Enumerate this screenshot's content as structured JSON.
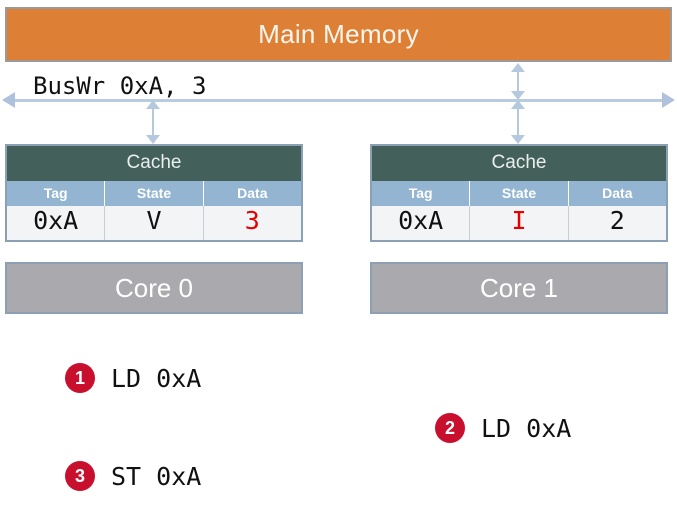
{
  "diagram": {
    "memory": {
      "label": "Main Memory",
      "color": "#dd7f35"
    },
    "bus": {
      "label": "BusWr 0xA, 3",
      "arrow_color": "#b9cbe0"
    },
    "connectors": [
      {
        "name": "memory-to-bus"
      },
      {
        "name": "bus-to-cache-0"
      },
      {
        "name": "bus-to-cache-1"
      }
    ],
    "caches": [
      {
        "title": "Cache",
        "columns": [
          "Tag",
          "State",
          "Data"
        ],
        "row": {
          "tag": "0xA",
          "state": "V",
          "data": "3"
        },
        "highlight": "data"
      },
      {
        "title": "Cache",
        "columns": [
          "Tag",
          "State",
          "Data"
        ],
        "row": {
          "tag": "0xA",
          "state": "I",
          "data": "2"
        },
        "highlight": "state"
      }
    ],
    "cores": [
      {
        "label": "Core 0"
      },
      {
        "label": "Core 1"
      }
    ],
    "steps": [
      {
        "number": "1",
        "text": "LD 0xA"
      },
      {
        "number": "2",
        "text": "LD 0xA"
      },
      {
        "number": "3",
        "text": "ST 0xA"
      }
    ],
    "colors": {
      "memory_orange": "#dd7f35",
      "cache_header_green": "#44605a",
      "column_header_blue": "#93b5d1",
      "core_gray": "#aaaaae",
      "badge_red": "#c8102e",
      "highlight_red": "#e60000"
    }
  }
}
